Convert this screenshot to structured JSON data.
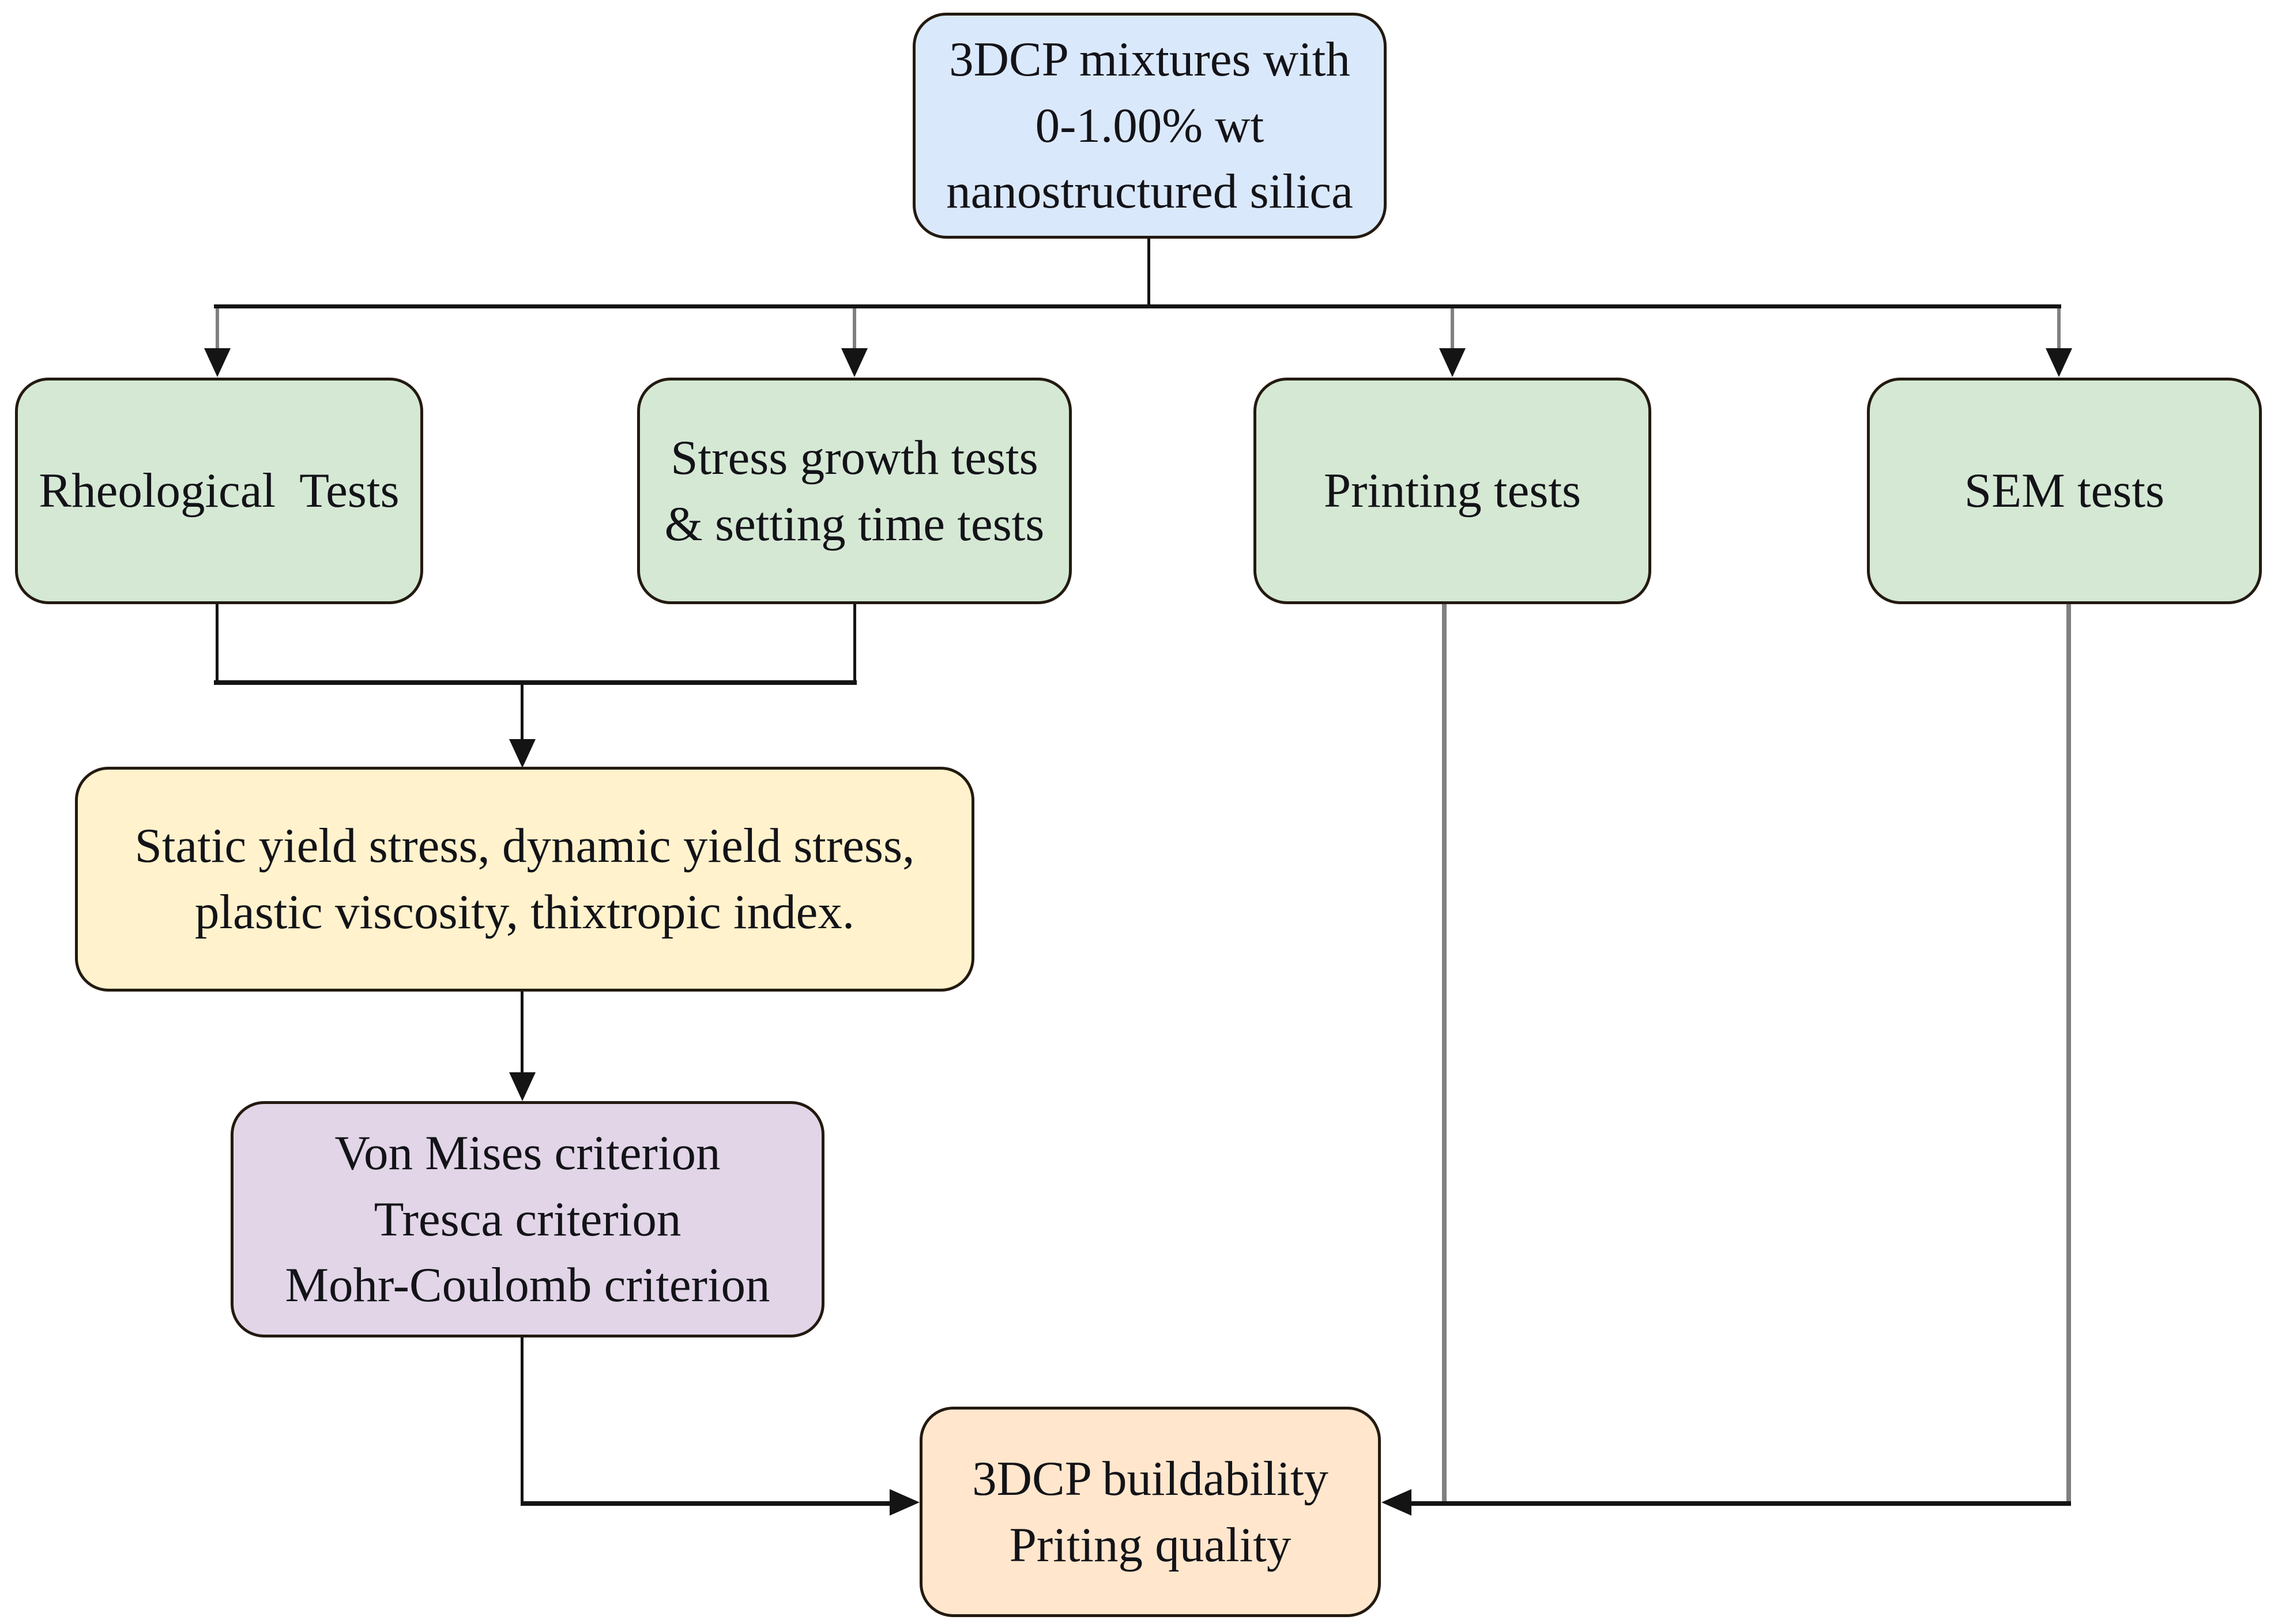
{
  "diagram": {
    "title": "3DCP nanostructured-silica testing flowchart",
    "nodes": {
      "mixtures": {
        "text": "3DCP mixtures with\n0-1.00% wt\nnanostructured silica"
      },
      "rheological": {
        "text": "Rheological  Tests"
      },
      "stress_growth": {
        "text": "Stress growth tests\n& setting time tests"
      },
      "printing": {
        "text": "Printing tests"
      },
      "sem": {
        "text": "SEM tests"
      },
      "rheo_params": {
        "text": "Static yield stress, dynamic yield stress,\nplastic viscosity, thixtropic index."
      },
      "criteria": {
        "text": "Von Mises criterion\nTresca criterion\nMohr-Coulomb criterion"
      },
      "outcome": {
        "text": "3DCP buildability\nPriting quality"
      }
    },
    "colors": {
      "fill_blue": "#dae8fc",
      "fill_green": "#d5e8d4",
      "fill_yellow": "#fff2cc",
      "fill_purple": "#e1d5e7",
      "fill_orange": "#ffe6cc",
      "node_border": "#231a10",
      "connector_black": "#141414",
      "connector_gray": "#808080",
      "text": "#131318",
      "background": "#ffffff"
    }
  }
}
